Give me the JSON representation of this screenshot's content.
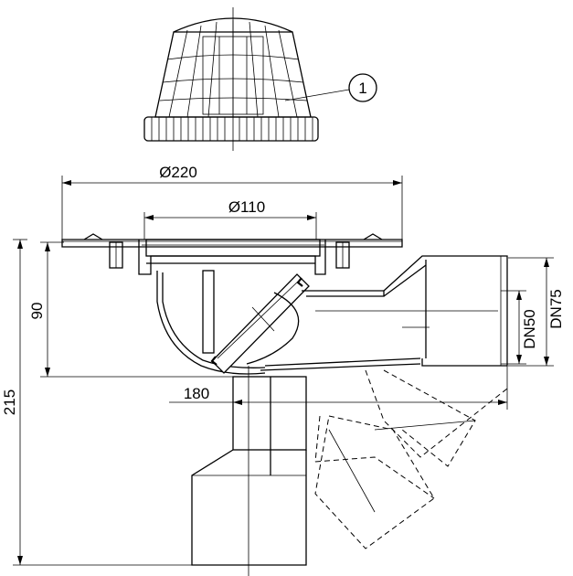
{
  "dimensions": {
    "outer_diameter": "Ø220",
    "inner_diameter": "Ø110",
    "height_90": "90",
    "height_215": "215",
    "length_180": "180",
    "pipe_dn50": "DN50",
    "pipe_dn75": "DN75"
  },
  "callout": {
    "number": "1"
  }
}
